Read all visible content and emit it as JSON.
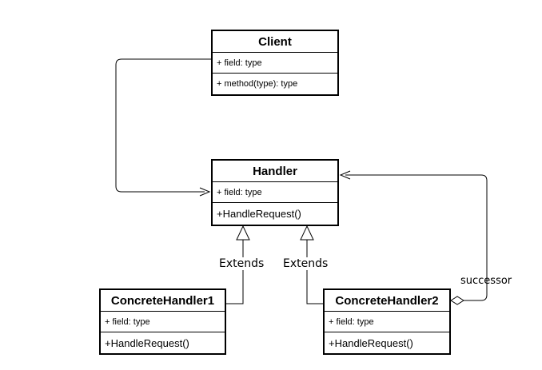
{
  "classes": {
    "client": {
      "name": "Client",
      "field": "+ field: type",
      "method": "+ method(type): type"
    },
    "handler": {
      "name": "Handler",
      "field": "+ field: type",
      "method": "+HandleRequest()"
    },
    "concrete1": {
      "name": "ConcreteHandler1",
      "field": "+ field: type",
      "method": "+HandleRequest()"
    },
    "concrete2": {
      "name": "ConcreteHandler2",
      "field": "+ field: type",
      "method": "+HandleRequest()"
    }
  },
  "edges": {
    "extends_left": "Extends",
    "extends_right": "Extends",
    "successor": "successor"
  }
}
